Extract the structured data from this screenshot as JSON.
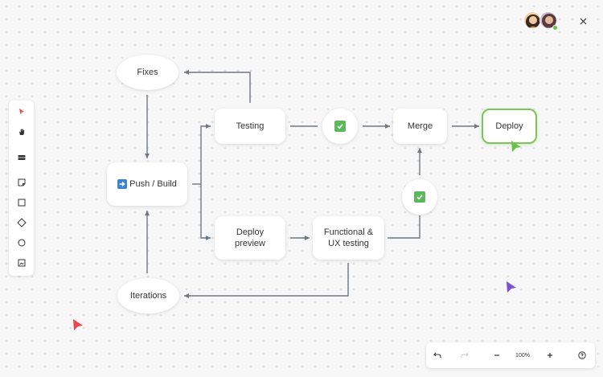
{
  "nodes": {
    "fixes": "Fixes",
    "push_build": "Push / Build",
    "iterations": "Iterations",
    "testing": "Testing",
    "deploy_preview": "Deploy preview",
    "merge": "Merge",
    "deploy": "Deploy",
    "functional": "Functional & UX testing"
  },
  "bottom_bar": {
    "zoom": "100%"
  },
  "colors": {
    "connector": "#6f7780",
    "deploy_border": "#7cc45b",
    "check": "#5cb85c",
    "cursor_green": "#6cc04a",
    "cursor_purple": "#7b4fd6",
    "cursor_red": "#e8484e",
    "tool_active": "#e8484e",
    "push_icon": "#3b82d6"
  },
  "icons": {
    "toolbar": [
      "select-icon",
      "hand-icon",
      "table-icon",
      "sticky-note-icon",
      "square-icon",
      "diamond-icon",
      "circle-icon",
      "image-icon"
    ],
    "bottom": [
      "undo-icon",
      "redo-icon",
      "zoom-out-icon",
      "zoom-in-icon",
      "help-icon"
    ]
  }
}
